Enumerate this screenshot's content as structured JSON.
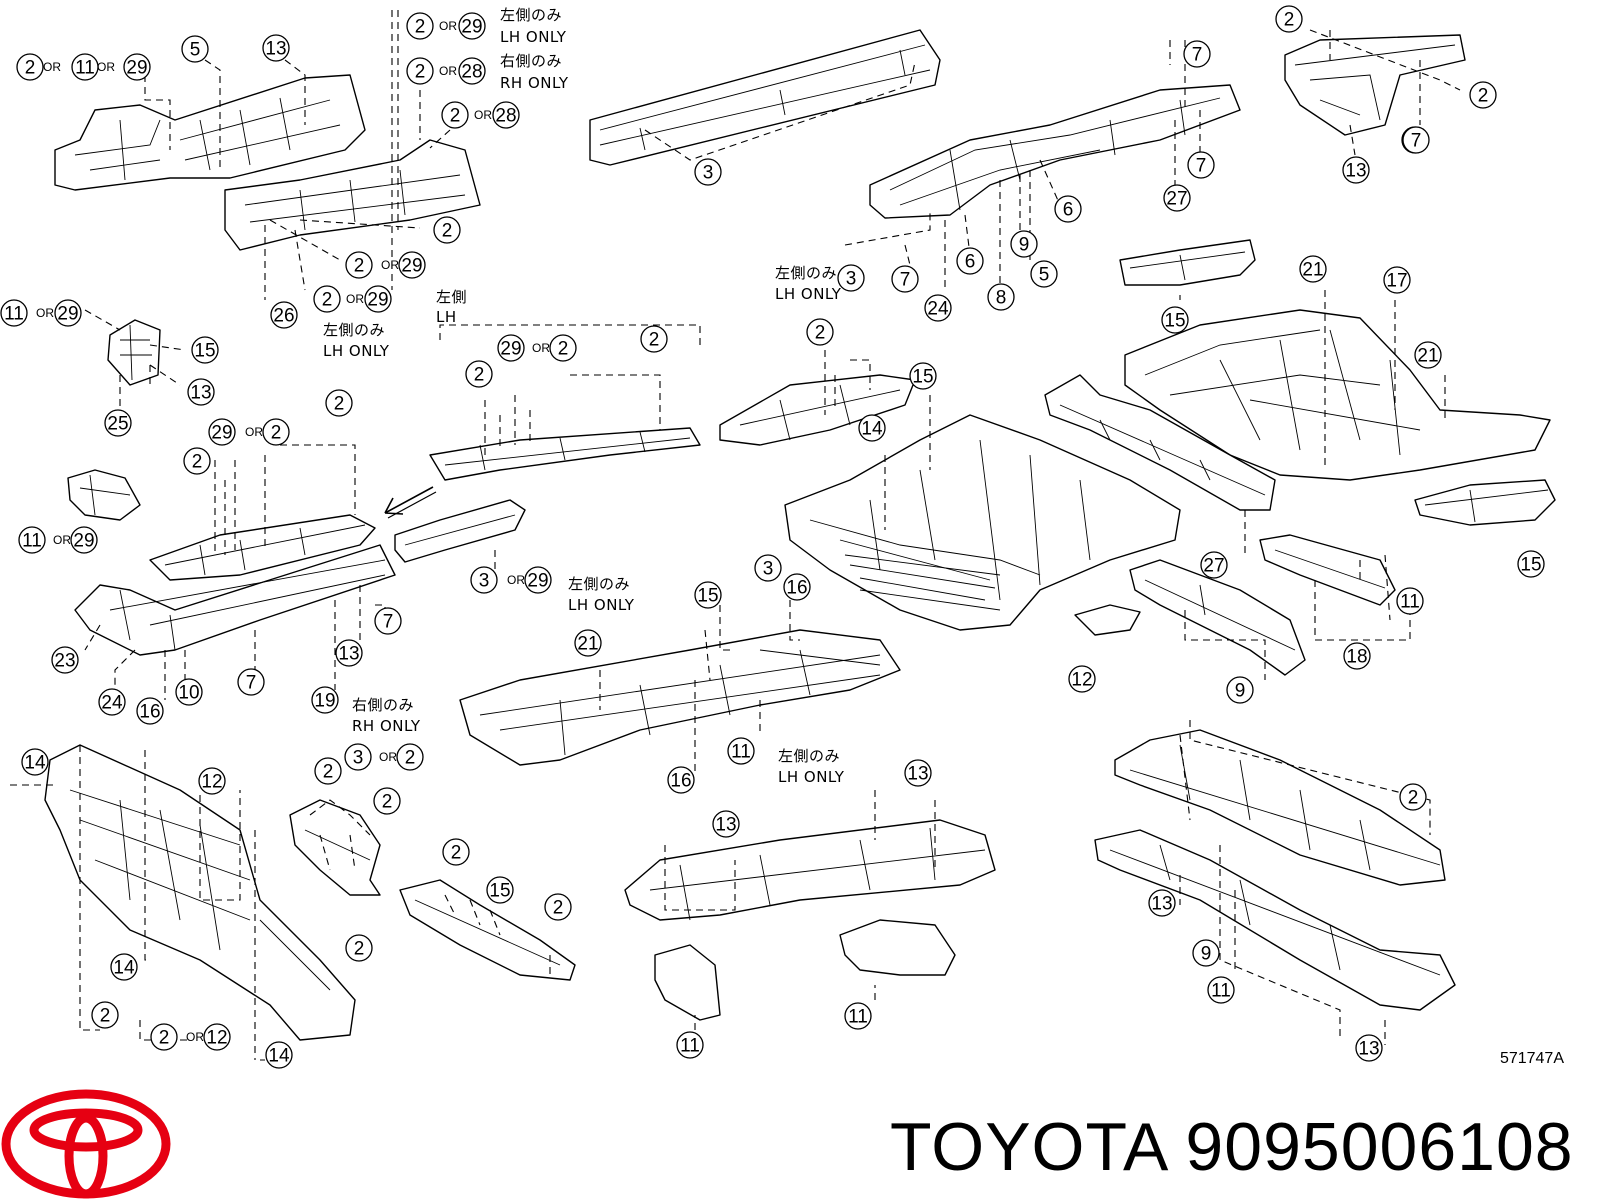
{
  "brand": {
    "logo": "toyota-logo",
    "title": "TOYOTA 9095006108",
    "logo_color": "#e60012"
  },
  "diagram_code": "571747A",
  "note_text": {
    "lh_only": "左側のみ",
    "lh_only_en": "LH ONLY",
    "rh_only": "右側のみ",
    "rh_only_en": "RH ONLY",
    "lh_side": "左側",
    "lh_side_en": "LH",
    "or": "OR"
  },
  "callouts": {
    "c1": "2",
    "c2": "11",
    "c3": "29",
    "c4": "5",
    "c5": "13",
    "c6": "2",
    "c7": "29",
    "c8": "2",
    "c9": "28",
    "c10": "2",
    "c11": "28",
    "c12": "2",
    "c13": "2",
    "c14": "29",
    "c15": "2",
    "c16": "29",
    "c17": "26",
    "c18": "3",
    "c19": "7",
    "c20": "7",
    "c21": "7",
    "c22": "27",
    "c23": "6",
    "c24": "9",
    "c25": "5",
    "c26": "8",
    "c27": "6",
    "c28": "24",
    "c29": "7",
    "c30": "3",
    "c31": "2",
    "c32": "2",
    "c33": "7",
    "c34": "13",
    "c35": "11",
    "c36": "29",
    "c37": "15",
    "c38": "13",
    "c39": "25",
    "c40": "2",
    "c41": "29",
    "c42": "2",
    "c43": "2",
    "c44": "2",
    "c45": "29",
    "c46": "2",
    "c47": "2",
    "c48": "11",
    "c49": "29",
    "c50": "23",
    "c51": "24",
    "c52": "16",
    "c53": "10",
    "c54": "7",
    "c55": "13",
    "c56": "19",
    "c57": "7",
    "c58": "3",
    "c59": "29",
    "c60": "2",
    "c61": "15",
    "c62": "14",
    "c63": "21",
    "c64": "17",
    "c65": "21",
    "c66": "15",
    "c67": "27",
    "c68": "15",
    "c69": "11",
    "c70": "18",
    "c71": "9",
    "c72": "12",
    "c73": "3",
    "c74": "15",
    "c75": "16",
    "c76": "21",
    "c77": "11",
    "c78": "16",
    "c79": "14",
    "c80": "12",
    "c81": "2",
    "c82": "3",
    "c83": "2",
    "c84": "2",
    "c85": "14",
    "c86": "2",
    "c87": "2",
    "c88": "2",
    "c89": "12",
    "c90": "14",
    "c91": "2",
    "c92": "15",
    "c93": "2",
    "c94": "13",
    "c95": "13",
    "c96": "11",
    "c97": "11",
    "c98": "2",
    "c99": "13",
    "c100": "9",
    "c101": "11",
    "c102": "13"
  }
}
